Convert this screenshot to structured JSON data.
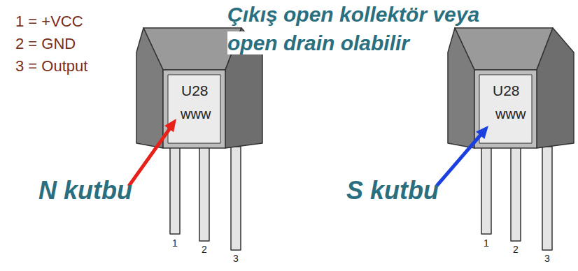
{
  "diagram": {
    "labels": [
      "1 = +VCC",
      "2 = GND",
      "3 = Output",
      "Çıkış open kollektör veya open drain olabilir",
      "U28",
      "www",
      "N kutbu",
      "1",
      "2",
      "3",
      "U28",
      "www",
      "S kutbu",
      "1",
      "2",
      "3"
    ]
  }
}
